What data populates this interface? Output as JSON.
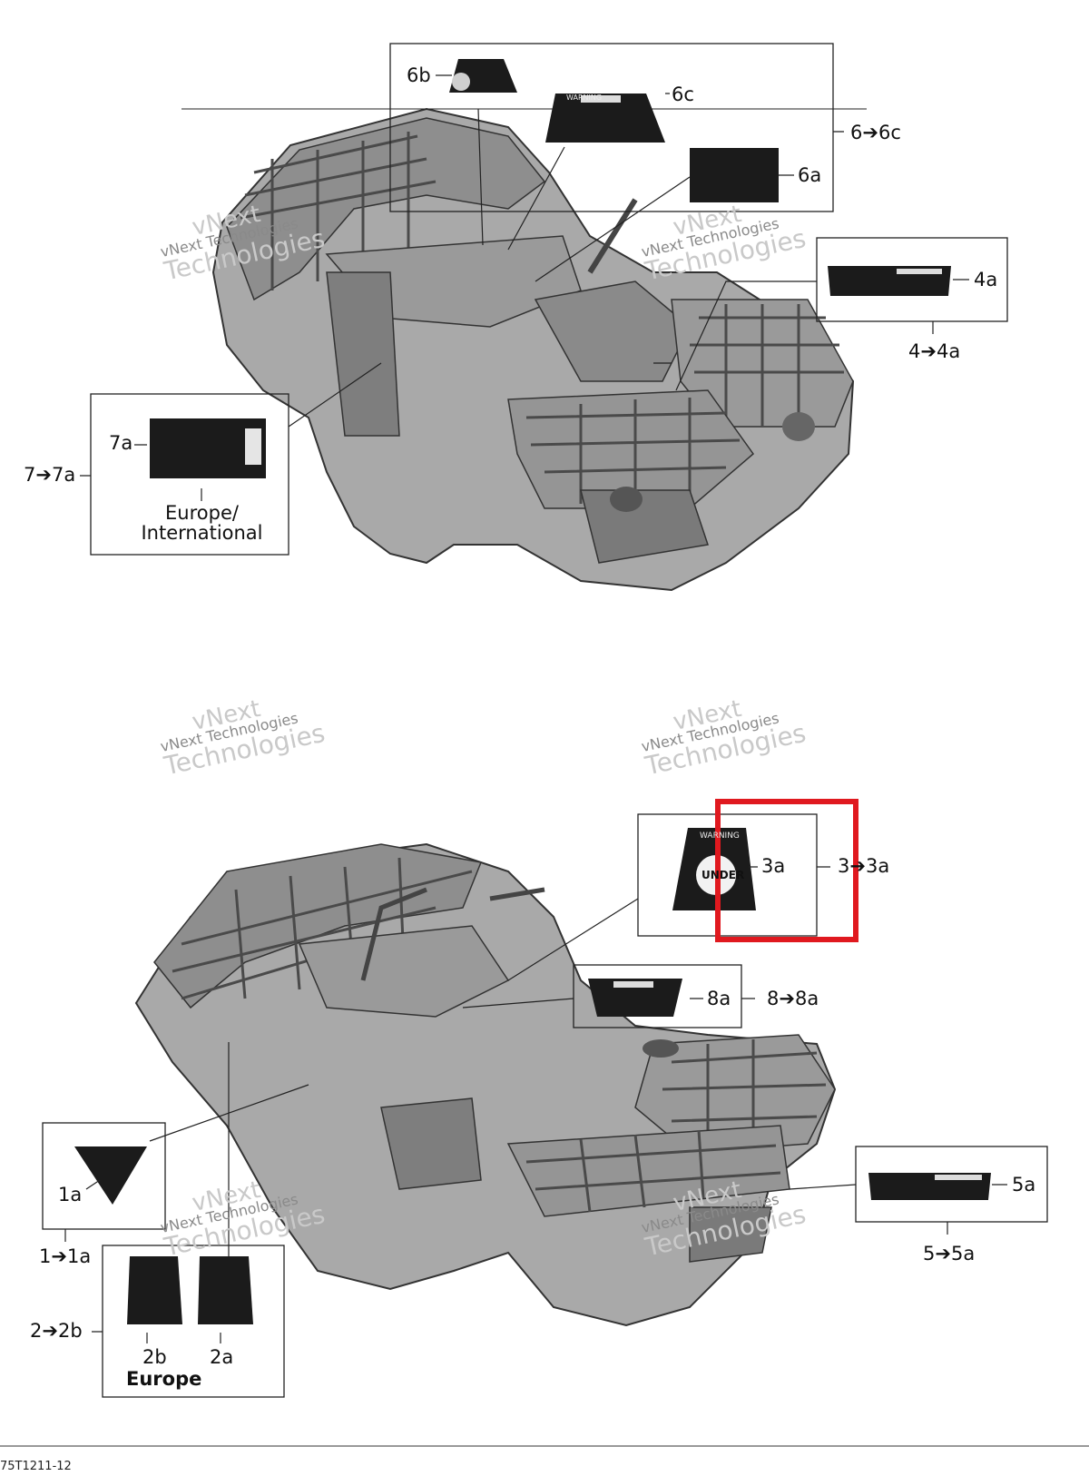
{
  "figure_id": "75T1211-12",
  "watermark": {
    "line1": "vNext",
    "line2": "vNext Technologies",
    "line3": "Technologies"
  },
  "decal_text": {
    "warning": "WARNING",
    "under": "UNDER"
  },
  "callouts": {
    "c6b": "6b",
    "c6c": "6c",
    "c6a": "6a",
    "g6": "6➔6c",
    "c4a": "4a",
    "g4": "4➔4a",
    "c7a": "7a",
    "g7": "7➔7a",
    "europe_intl": "Europe/\nInternational",
    "c3a": "3a",
    "g3": "3➔3a",
    "c8a": "8a",
    "g8": "8➔8a",
    "c1a": "1a",
    "g1": "1➔1a",
    "c5a": "5a",
    "g5": "5➔5a",
    "c2b": "2b",
    "c2a": "2a",
    "g2": "2➔2b",
    "europe": "Europe"
  },
  "colors": {
    "highlight": "#e0191f",
    "line": "#222222",
    "vehicle_fill": "#a9a9a9",
    "decal_fill": "#1b1b1b"
  }
}
